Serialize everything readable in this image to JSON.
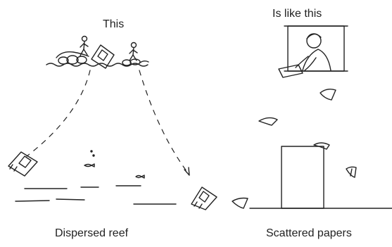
{
  "left_panel": {
    "top_caption": "This",
    "bottom_caption": "Dispersed reef"
  },
  "right_panel": {
    "top_caption": "Is like this",
    "bottom_caption": "Scattered papers"
  },
  "colors": {
    "ink": "#222222",
    "background": "#ffffff"
  }
}
